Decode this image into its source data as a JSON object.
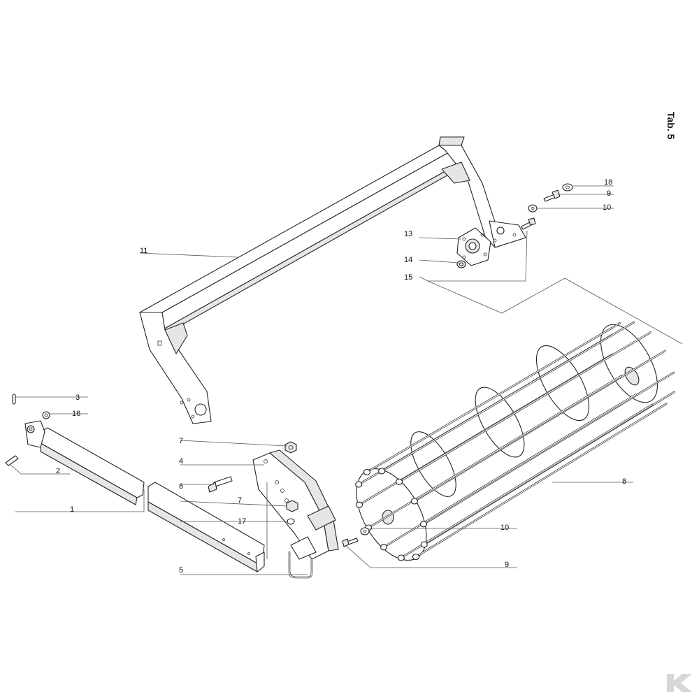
{
  "sheet": {
    "tab_label": "Tab. 5",
    "brand_color": "#d7d7d7"
  },
  "callouts": {
    "c1": "1",
    "c2": "2",
    "c3": "3",
    "c4": "4",
    "c5": "5",
    "c6": "6",
    "c7a": "7",
    "c7b": "7",
    "c8": "8",
    "c9a": "9",
    "c9b": "9",
    "c10a": "10",
    "c10b": "10",
    "c11": "11",
    "c13": "13",
    "c14": "14",
    "c15": "15",
    "c16": "16",
    "c17": "17",
    "c18": "18"
  }
}
